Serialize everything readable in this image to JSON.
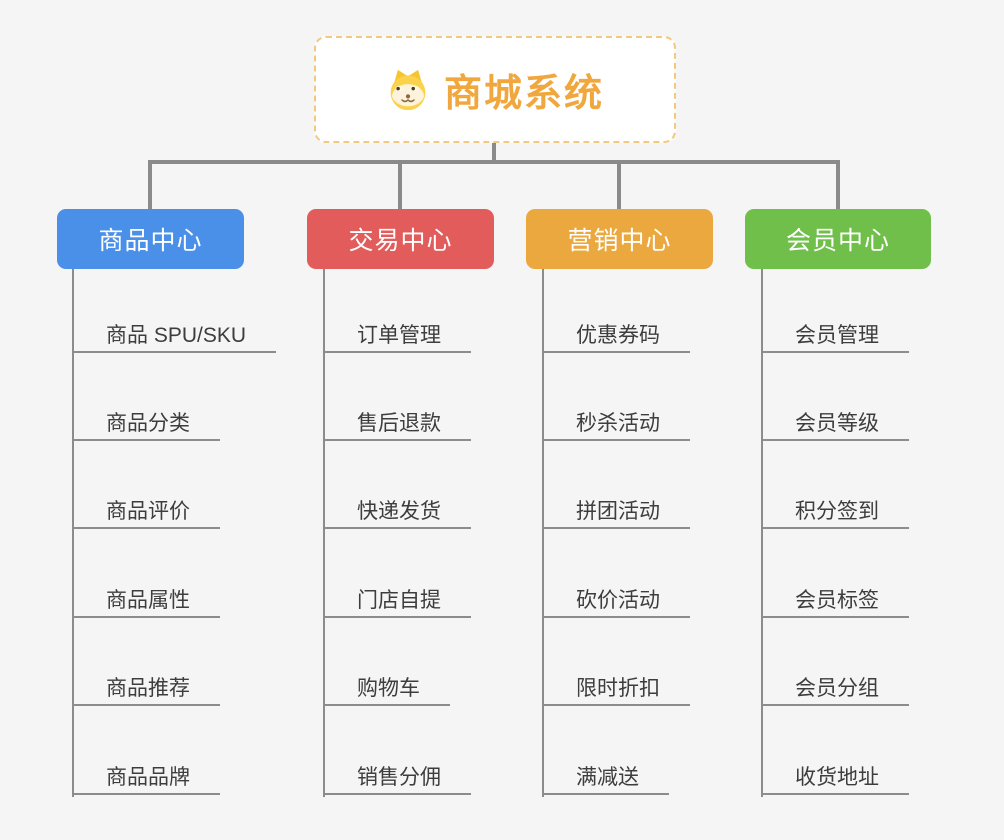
{
  "root": {
    "title": "商城系统",
    "icon": "dog-face-icon",
    "text_color": "#f0a73e",
    "border_color": "#f3c97e",
    "background": "#ffffff"
  },
  "colors": {
    "canvas_background": "#f5f5f6",
    "connector": "#8a8a8a",
    "leaf_text": "#3d3d3d",
    "header_text": "#ffffff"
  },
  "branches": [
    {
      "label": "商品中心",
      "color": "#4a90e8",
      "items": [
        "商品 SPU/SKU",
        "商品分类",
        "商品评价",
        "商品属性",
        "商品推荐",
        "商品品牌"
      ]
    },
    {
      "label": "交易中心",
      "color": "#e25c5c",
      "items": [
        "订单管理",
        "售后退款",
        "快递发货",
        "门店自提",
        "购物车",
        "销售分佣"
      ]
    },
    {
      "label": "营销中心",
      "color": "#eba83f",
      "items": [
        "优惠券码",
        "秒杀活动",
        "拼团活动",
        "砍价活动",
        "限时折扣",
        "满减送"
      ]
    },
    {
      "label": "会员中心",
      "color": "#6fbf4a",
      "items": [
        "会员管理",
        "会员等级",
        "积分签到",
        "会员标签",
        "会员分组",
        "收货地址"
      ]
    }
  ]
}
